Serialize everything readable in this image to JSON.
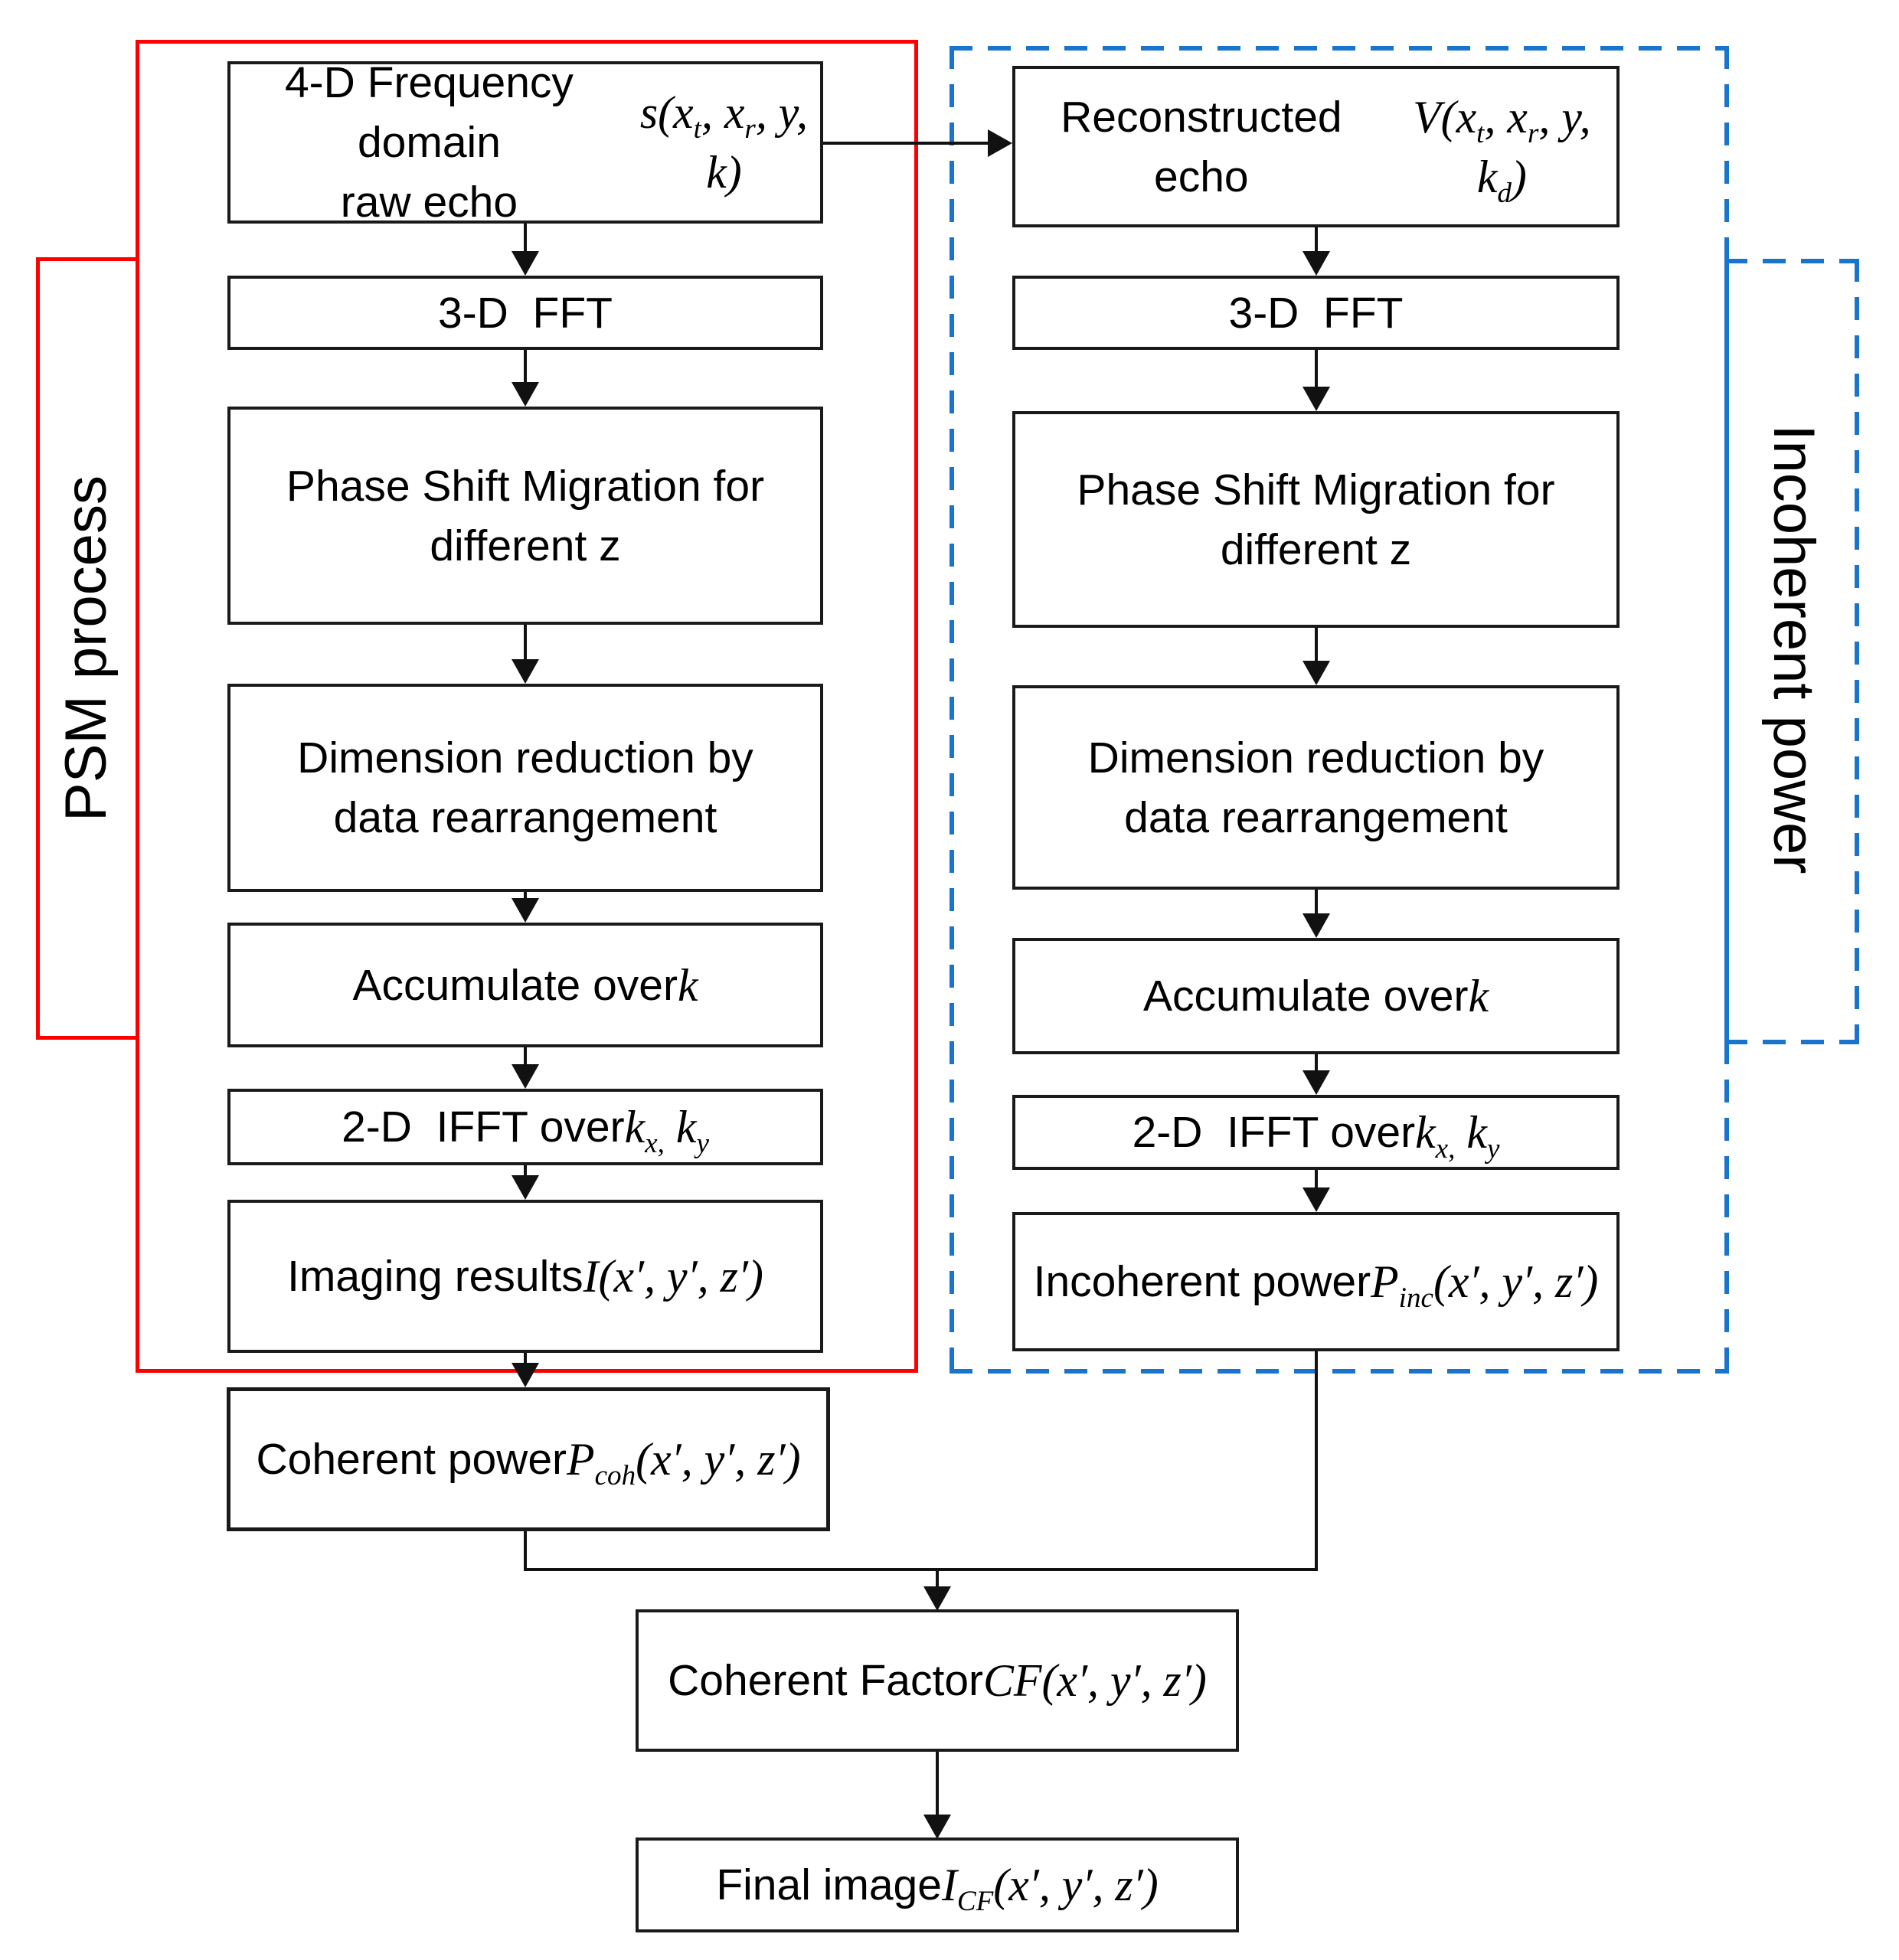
{
  "figure_title": "PSM coherent-factor imaging flowchart",
  "colors": {
    "group_red": "#ff0000",
    "group_blue": "#1874cd",
    "line_black": "#111111",
    "text": "#000000"
  },
  "groups": {
    "psm": {
      "label": "PSM process"
    },
    "incoherent": {
      "label": "Incoherent power"
    }
  },
  "left_column": [
    {
      "name": "raw-echo",
      "html": "4-D Frequency domain<br>raw echo <span class='m'>s(x<sub>t</sub>, x<sub>r</sub>, y, k)</span>"
    },
    {
      "name": "fft",
      "html": "3-D&nbsp; FFT"
    },
    {
      "name": "phase-shift-migration",
      "html": "Phase Shift Migration for<br>different z"
    },
    {
      "name": "dimension-reduction",
      "html": "Dimension reduction by<br>data rearrangement"
    },
    {
      "name": "accumulate",
      "html": "Accumulate over <span class='m'>k</span>"
    },
    {
      "name": "ifft",
      "html": "2-D&nbsp; IFFT over <span class='m'>k<sub>x,</sub> k<sub>y</sub></span>"
    },
    {
      "name": "imaging-results",
      "html": "Imaging results <span class='m'>I(x&#8242;, y&#8242;, z&#8242;)</span>"
    }
  ],
  "right_column": [
    {
      "name": "reconstructed-echo",
      "html": "Reconstructed echo<br><span class='m'>V(x<sub>t</sub>, x<sub>r</sub>, y, k<sub>d</sub>)</span>"
    },
    {
      "name": "fft",
      "html": "3-D&nbsp; FFT"
    },
    {
      "name": "phase-shift-migration",
      "html": "Phase Shift Migration for<br>different z"
    },
    {
      "name": "dimension-reduction",
      "html": "Dimension reduction by<br>data rearrangement"
    },
    {
      "name": "accumulate",
      "html": "Accumulate over <span class='m'>k</span>"
    },
    {
      "name": "ifft",
      "html": "2-D&nbsp; IFFT over <span class='m'>k<sub>x,</sub> k<sub>y</sub></span>"
    },
    {
      "name": "incoherent-power",
      "html": "Incoherent power<br><span class='m'>P<sub>inc</sub>(x&#8242;, y&#8242;, z&#8242;)</span>"
    }
  ],
  "bottom": {
    "coherent_power": {
      "html": "Coherent power<br><span class='m'>P<sub>coh</sub>(x&#8242;, y&#8242;, z&#8242;)</span>"
    },
    "coherent_factor": {
      "html": "Coherent Factor<br><span class='m'>CF(x&#8242;, y&#8242;, z&#8242;)</span>"
    },
    "final_image": {
      "html": "Final image <span class='m'>I<sub>CF</sub>(x&#8242;, y&#8242;, z&#8242;)</span>"
    }
  }
}
